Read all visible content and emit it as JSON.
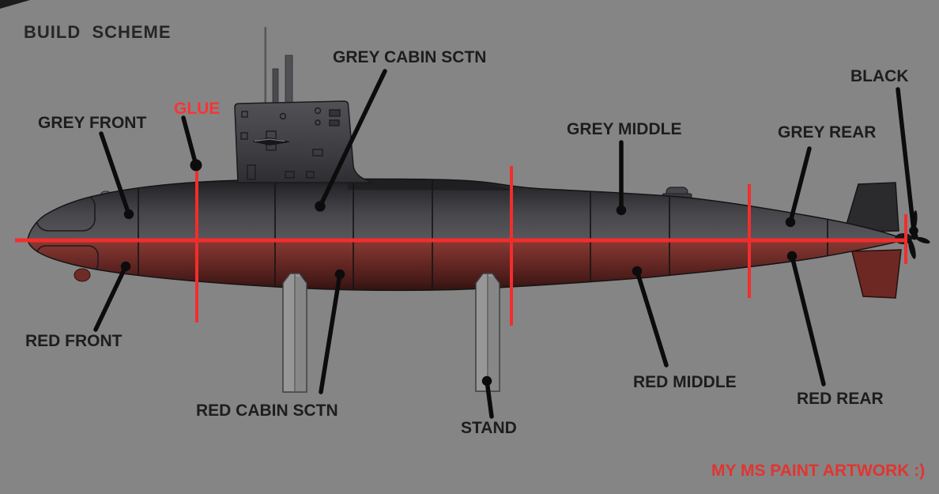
{
  "image_title": "BUILD  SCHEME",
  "colors": {
    "background": "#858585",
    "annotation_red": "#f22d2d",
    "glue_text_red": "#fb3333",
    "credit_text_red": "#e23430",
    "label_color": "#1d1d1d",
    "hull_grey": "#55555a",
    "hull_red": "#6b2824",
    "sail_grey": "#3f3f44",
    "stand_grey": "#979797"
  },
  "labels": {
    "build_scheme": "BUILD  SCHEME",
    "grey_front": "GREY FRONT",
    "glue": "GLUE",
    "grey_cabin": "GREY CABIN SCTN",
    "grey_middle": "GREY MIDDLE",
    "grey_rear": "GREY REAR",
    "black": "BLACK",
    "red_front": "RED FRONT",
    "red_cabin": "RED CABIN SCTN",
    "stand": "STAND",
    "red_middle": "RED MIDDLE",
    "red_rear": "RED REAR",
    "artwork_credit": "MY MS PAINT ARTWORK :)"
  }
}
